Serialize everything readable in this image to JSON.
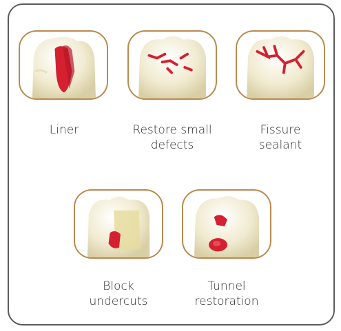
{
  "items": [
    {
      "label": "Liner",
      "icon": "tooth-liner-icon"
    },
    {
      "label": "Restore small\ndefects",
      "icon": "tooth-small-defects-icon"
    },
    {
      "label": "Fissure\nsealant",
      "icon": "tooth-fissure-sealant-icon"
    },
    {
      "label": "Block\nundercuts",
      "icon": "tooth-block-undercuts-icon"
    },
    {
      "label": "Tunnel\nrestoration",
      "icon": "tooth-tunnel-restoration-icon"
    }
  ],
  "colors": {
    "border": "#5a5a5a",
    "frame": "#b98a4e",
    "tooth": "#f2ecd4",
    "filling": "#d8202f"
  }
}
